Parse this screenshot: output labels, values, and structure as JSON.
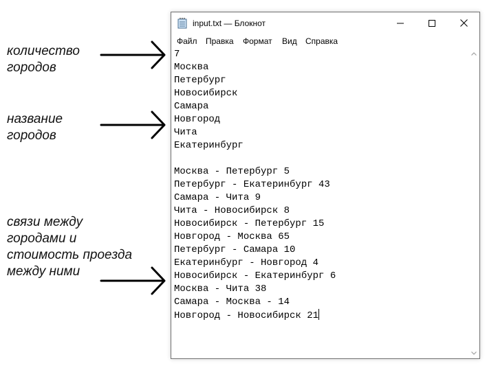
{
  "annotations": {
    "count": [
      "количество",
      "городов"
    ],
    "names": [
      "название",
      "городов"
    ],
    "links": [
      "связи между",
      "городами и",
      "стоимость проезда",
      "между ними"
    ]
  },
  "window": {
    "title": "input.txt — Блокнот",
    "icon": "notepad-icon",
    "controls": [
      "minimize-icon",
      "maximize-icon",
      "close-icon"
    ]
  },
  "menu": {
    "file": "Файл",
    "edit": "Правка",
    "format": "Формат",
    "view": "Вид",
    "help": "Справка"
  },
  "editor": {
    "lines": [
      "7",
      "Москва",
      "Петербург",
      "Новосибирск",
      "Самара",
      "Новгород",
      "Чита",
      "Екатеринбург",
      "",
      "Москва - Петербург 5",
      "Петербург - Екатеринбург 43",
      "Самара - Чита 9",
      "Чита - Новосибирск 8",
      "Новосибирск - Петербург 15",
      "Новгород - Москва 65",
      "Петербург - Самара 10",
      "Екатеринбург - Новгород 4",
      "Новосибирск - Екатеринбург 6",
      "Москва - Чита 38",
      "Самара - Москва - 14",
      "Новгород - Новосибирск 21"
    ]
  }
}
